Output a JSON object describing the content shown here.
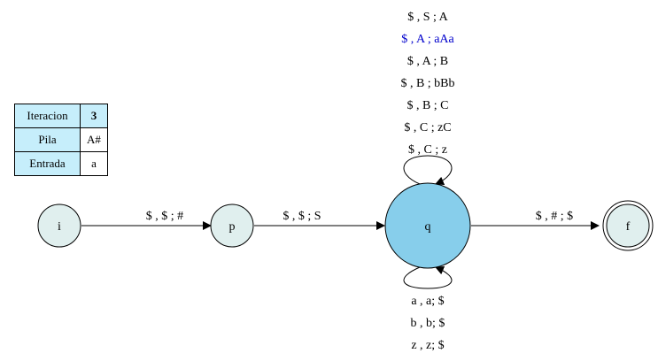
{
  "table": {
    "iteracion_label": "Iteracion",
    "iteracion_value": "3",
    "pila_label": "Pila",
    "pila_value": "A#",
    "entrada_label": "Entrada",
    "entrada_value": "a"
  },
  "states": {
    "i": "i",
    "p": "p",
    "q": "q",
    "f": "f"
  },
  "transitions": {
    "i_p": "$ , $ ; #",
    "p_q": "$ , $ ; S",
    "q_f": "$ , # ; $",
    "q_loop_top": [
      "$ , S ; A",
      "$ , A ; aAa",
      "$ , A ; B",
      "$ , B ; bBb",
      "$ , B ; C",
      "$ , C ; zC",
      "$ , C ; z"
    ],
    "q_loop_bottom": [
      "a , a; $",
      "b , b; $",
      "z , z; $"
    ]
  },
  "colors": {
    "state_fill": "#e0efee",
    "active_state_fill": "#87ceeb",
    "highlight_text": "#0000cc",
    "table_header_fill": "#c6eefb"
  },
  "highlight_top_index": 1
}
